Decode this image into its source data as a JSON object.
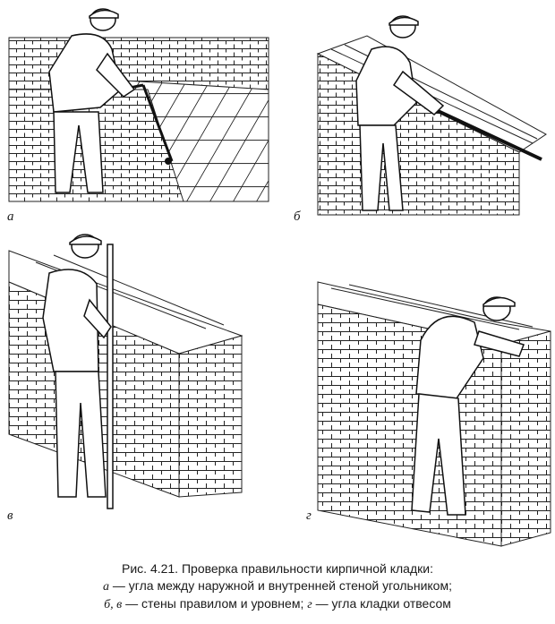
{
  "figure": {
    "panels": [
      {
        "letter": "а"
      },
      {
        "letter": "б"
      },
      {
        "letter": "в"
      },
      {
        "letter": "г"
      }
    ],
    "caption": {
      "title": "Рис. 4.21. Проверка правильности кирпичной кладки:",
      "items": [
        {
          "letters": "а",
          "text": " — угла между наружной и внутренней стеной угольником;"
        },
        {
          "letters": "б, в",
          "text": " — стены правилом и уровнем; ",
          "letters2": "г",
          "text2": " — угла кладки отвесом"
        }
      ]
    }
  }
}
